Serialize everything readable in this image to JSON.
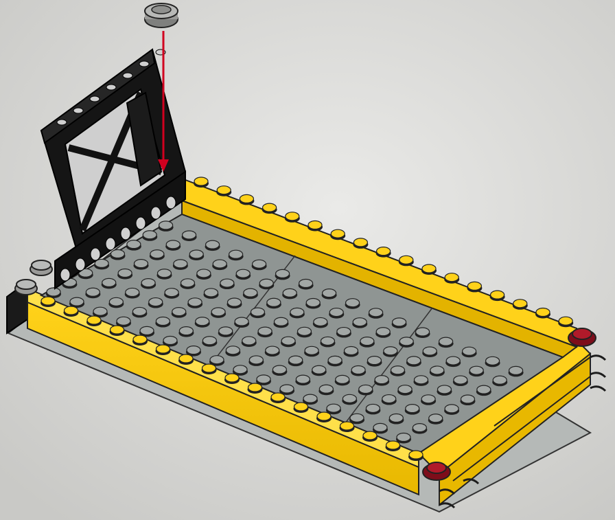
{
  "instruction_step": {
    "background_color": "#d9d9d6",
    "baseplate": {
      "color": "#8f9593",
      "studs": "8 x 16"
    },
    "frame": {
      "color": "#f5c400",
      "edge_color": "#1b1b1b"
    },
    "tower": {
      "part": "black-ladder-frame",
      "color": "#111111"
    },
    "new_part": {
      "name": "round-plate-1x1",
      "color": "#9a9a98",
      "action": "attach-down"
    },
    "arrow_color": "#d1001f",
    "corner_studs_color": "#8e1320",
    "chain_links_color": "#1c1c1c"
  }
}
